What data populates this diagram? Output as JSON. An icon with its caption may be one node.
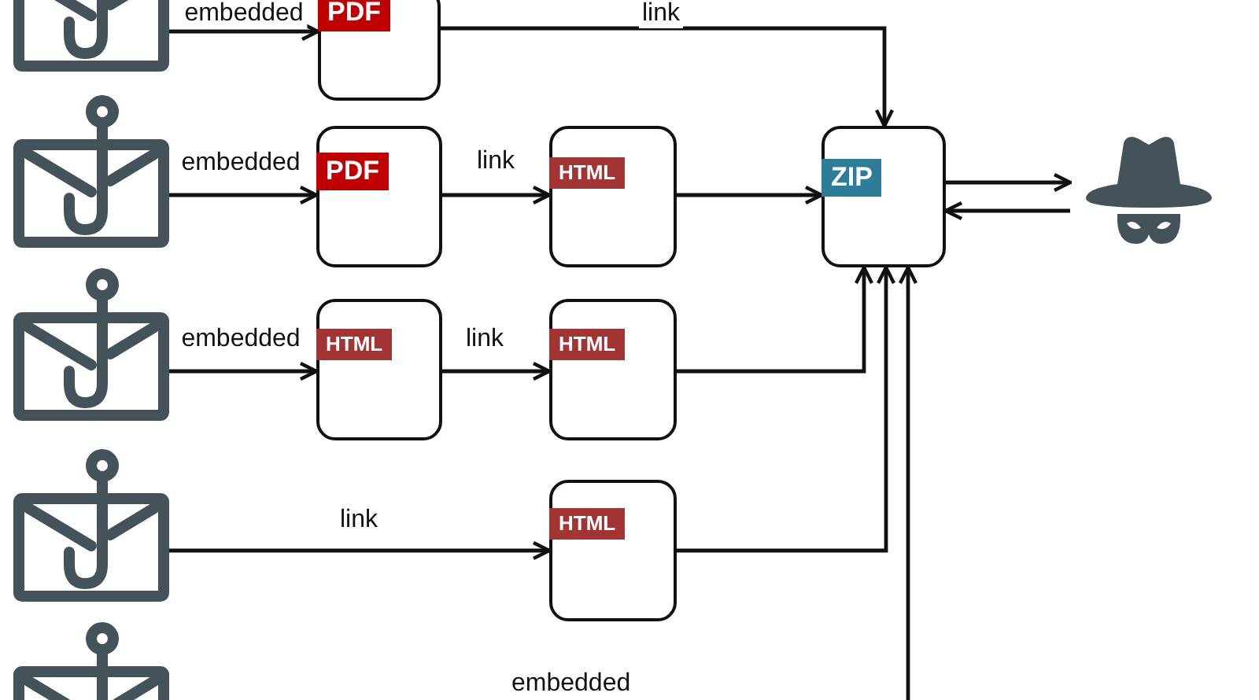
{
  "diagram": {
    "nodes": [
      {
        "text": [],
        "shape": "picture"
      },
      {
        "text": [
          "PDF"
        ]
      },
      {
        "text": [],
        "shape": "picture"
      },
      {
        "text": [
          "PDF"
        ]
      },
      {
        "text": [
          "HTML"
        ]
      },
      {
        "text": [
          "ZIP"
        ]
      },
      {
        "text": [],
        "shape": "picture"
      },
      {
        "text": [],
        "shape": "picture"
      },
      {
        "text": [
          "HTML"
        ]
      },
      {
        "text": [
          "HTML"
        ]
      },
      {
        "text": [],
        "shape": "picture"
      },
      {
        "text": [
          "HTML"
        ]
      },
      {
        "text": [],
        "shape": "picture"
      }
    ],
    "edges": [
      {
        "from": 0,
        "to": 1,
        "arrow": "to",
        "label": "embedded"
      },
      {
        "from": 1,
        "to": 5,
        "arrow": "to",
        "label": "link"
      },
      {
        "from": 2,
        "to": 3,
        "arrow": "to",
        "label": "embedded"
      },
      {
        "from": 3,
        "to": 4,
        "arrow": "to",
        "label": "link"
      },
      {
        "from": 4,
        "to": 5,
        "arrow": "to"
      },
      {
        "from": 5,
        "to": 6,
        "arrow": "to"
      },
      {
        "from": 6,
        "to": 5,
        "arrow": "to"
      },
      {
        "from": 7,
        "to": 8,
        "arrow": "to",
        "label": "embedded"
      },
      {
        "from": 8,
        "to": 9,
        "arrow": "to",
        "label": "link"
      },
      {
        "from": 9,
        "to": 5,
        "arrow": "to"
      },
      {
        "from": 10,
        "to": 11,
        "arrow": "to",
        "label": "link"
      },
      {
        "from": 11,
        "to": 5,
        "arrow": "to"
      },
      {
        "from": null,
        "to": 5,
        "arrow": "to"
      }
    ],
    "labels": [
      "embedded"
    ]
  }
}
